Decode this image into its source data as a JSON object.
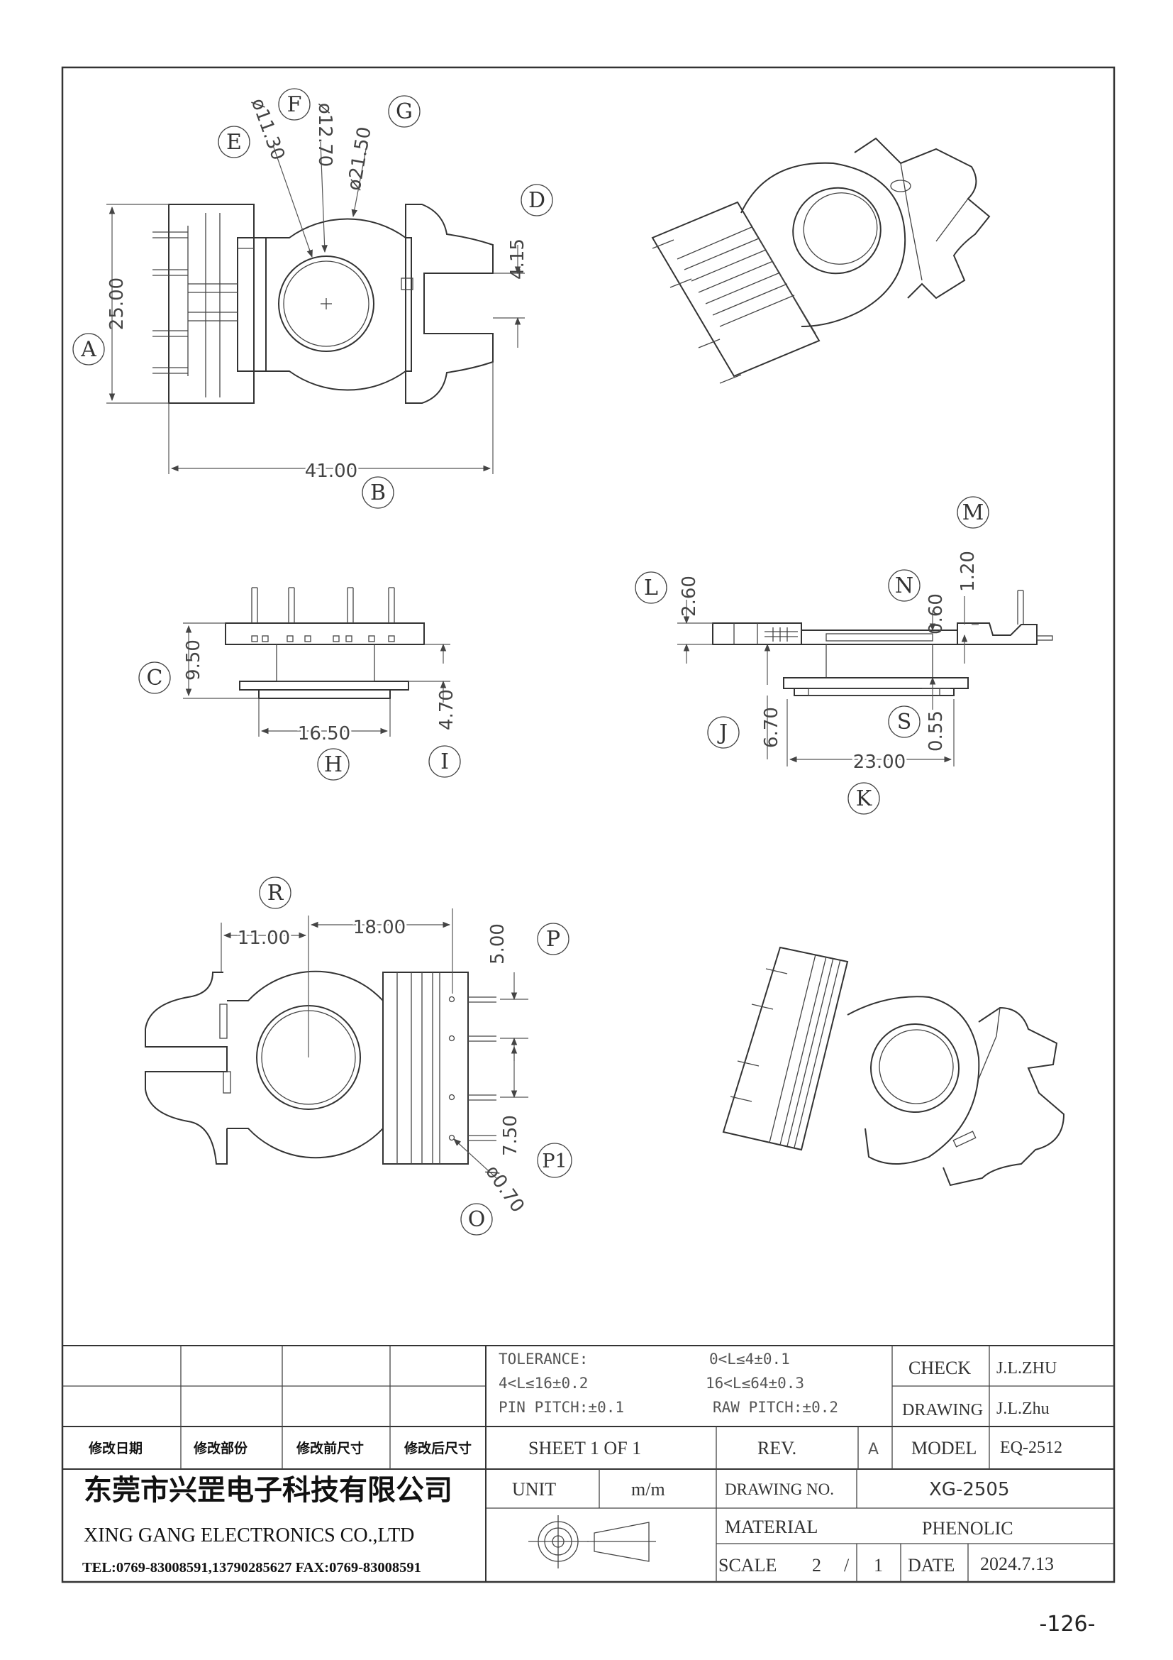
{
  "dimensions": {
    "a": "25.00",
    "b": "41.00",
    "c": "9.50",
    "d": "4.15",
    "e": "ø11.30",
    "f": "ø12.70",
    "g": "ø21.50",
    "h": "16.50",
    "i": "4.70",
    "j": "6.70",
    "k": "23.00",
    "l": "2.60",
    "m": "1.20",
    "n": "0.60",
    "s": "0.55",
    "o": "ø0.70",
    "p": "5.00",
    "p1": "7.50",
    "r1": "11.00",
    "r2": "18.00"
  },
  "balloons": {
    "a": "A",
    "b": "B",
    "c": "C",
    "d": "D",
    "e": "E",
    "f": "F",
    "g": "G",
    "h": "H",
    "i": "I",
    "j": "J",
    "k": "K",
    "l": "L",
    "m": "M",
    "n": "N",
    "o": "O",
    "p": "P",
    "p1": "P1",
    "r": "R",
    "s": "S"
  },
  "title_block": {
    "tolerance_label": "TOLERANCE:",
    "tol_1": "0<L≤4±0.1",
    "tol_2": "4<L≤16±0.2",
    "tol_3": "16<L≤64±0.3",
    "pin_pitch": "PIN PITCH:±0.1",
    "raw_pitch": "RAW PITCH:±0.2",
    "check_label": "CHECK",
    "check_value": "J.L.ZHU",
    "drawing_label": "DRAWING",
    "drawing_value": "J.L.Zhu",
    "revision_headers": [
      "修改日期",
      "修改部份",
      "修改前尺寸",
      "修改后尺寸"
    ],
    "sheet": "SHEET 1 OF 1",
    "rev_label": "REV.",
    "rev_value": "A",
    "model_label": "MODEL",
    "model_value": "EQ-2512",
    "company_cn": "东莞市兴罡电子科技有限公司",
    "company_en": "XING GANG ELECTRONICS CO.,LTD",
    "contact": "TEL:0769-83008591,13790285627 FAX:0769-83008591",
    "unit_label": "UNIT",
    "unit_value": "m/m",
    "drawing_no_label": "DRAWING NO.",
    "drawing_no_value": "XG-2505",
    "material_label": "MATERIAL",
    "material_value": "PHENOLIC",
    "scale_label": "SCALE",
    "scale_num": "2",
    "scale_sep": "/",
    "scale_den": "1",
    "date_label": "DATE",
    "date_value": "2024.7.13"
  },
  "page_number": "-126-"
}
